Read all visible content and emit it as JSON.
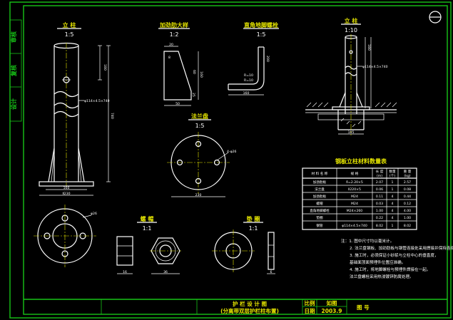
{
  "side_labels": [
    "审核",
    "复核",
    "设计"
  ],
  "views": {
    "post": {
      "title": "立 柱",
      "scale": "1:5",
      "dims": {
        "pipe": "φ114×4.5×740",
        "h_upper": "180",
        "h_total": "740",
        "base_inner": "160",
        "base_outer": "Ⅱ230"
      }
    },
    "rib": {
      "title": "加劲肋大样",
      "scale": "1:2",
      "dims": {
        "top": "20",
        "height": "160",
        "bottom_side": "25",
        "bottom": "50",
        "thickness": "8",
        "angle": "60"
      }
    },
    "bolt": {
      "title": "直角地脚螺栓",
      "scale": "1:5",
      "dims": {
        "r": "R=10",
        "r2": "R=10",
        "bottom": "160",
        "height": "200"
      }
    },
    "flange": {
      "title": "法兰盘",
      "scale": "1:5",
      "dims": {
        "hole": "4-φ26",
        "width": "230"
      }
    },
    "install": {
      "title": "立 柱",
      "scale": "1:10",
      "dims": {
        "pipe": "φ114×4.5×740",
        "h": "180",
        "base": "105"
      }
    },
    "washer_plan": {
      "dims": {
        "hole": "φ26"
      }
    },
    "nut": {
      "title": "螺 帽",
      "scale": "1:1",
      "dims": {
        "w": "16",
        "d": "36"
      }
    },
    "washer": {
      "title": "垫 圈",
      "scale": "1:1",
      "dims": {
        "t": "6"
      }
    }
  },
  "table": {
    "title": "钢板立柱材料数量表",
    "headers": [
      "材 料 名 称",
      "规 格",
      "长 度",
      "数量",
      "重 量"
    ],
    "units": [
      "",
      "",
      "(m)",
      "(个)",
      "(kg)"
    ],
    "rows": [
      [
        "加劲肋板",
        "δ=2.20×5",
        "2.07",
        "1",
        "2.57"
      ],
      [
        "法兰盘",
        "Ⅱ220×5",
        "0.06",
        "1",
        "0.08"
      ],
      [
        "加劲肋板",
        "M24",
        "0.11",
        "4",
        "0.44"
      ],
      [
        "螺帽",
        "M24",
        "0.03",
        "4",
        "0.12"
      ],
      [
        "直角地脚螺栓",
        "M24×260",
        "1.00",
        "4",
        "4.00"
      ],
      [
        "垫圈",
        "",
        "0.22",
        "4",
        "1.00"
      ],
      [
        "钢管",
        "φ114×4.5×740",
        "8.02",
        "1",
        "8.02"
      ]
    ]
  },
  "notes": [
    "注：1. 图中尺寸均以毫米计。",
    "2. 法兰盘钢板、加劲肋板与钢管连接处采用焊接并保持连续焊接。",
    "3. 施工时，必须保证小砂浆与立柱中心的垂直度，",
    "   基础面顶面预埋件位置应准确。",
    "4. 施工时，将地脚螺栓与预埋件焊接在一起。",
    "   法兰盘螺栓采用热浸镀锌防腐处理。"
  ],
  "title_block": {
    "drawing_title": "护 栏 设 计 图",
    "drawing_subtitle": "(分离带双层护栏柱布置)",
    "scale_label": "比例",
    "scale_value": "如图",
    "date_label": "日期",
    "date_value": "2003.9",
    "sheet_label": "图 号"
  }
}
